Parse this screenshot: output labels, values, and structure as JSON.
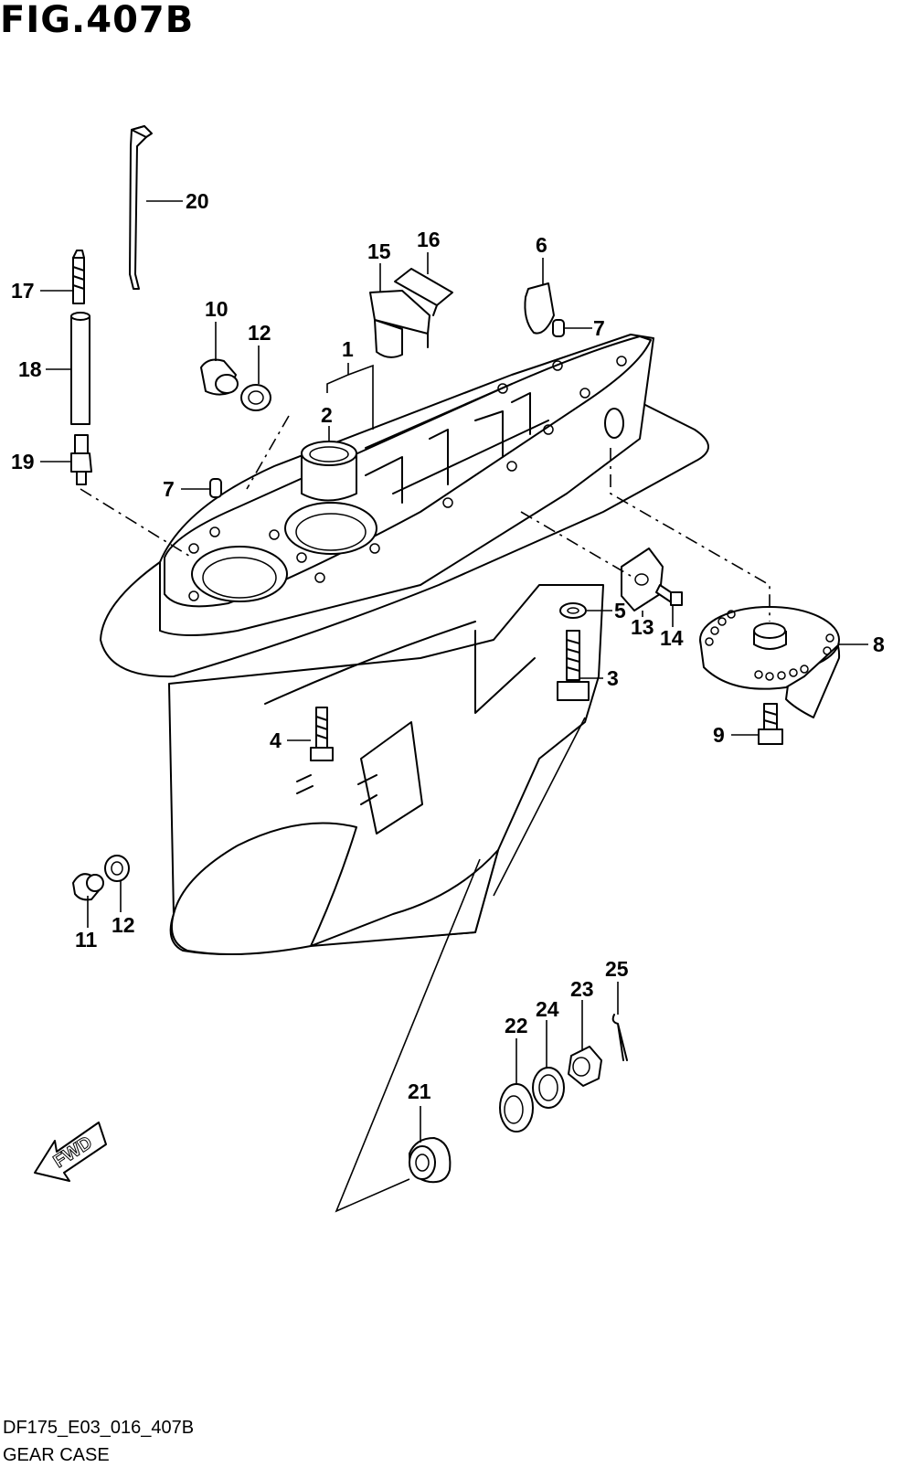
{
  "figure": {
    "title": "FIG.407B",
    "code": "DF175_E03_016_407B",
    "caption": "GEAR CASE",
    "direction_label": "FWD"
  },
  "callouts": [
    "1",
    "2",
    "3",
    "4",
    "5",
    "6",
    "7",
    "7",
    "8",
    "9",
    "10",
    "11",
    "12",
    "12",
    "13",
    "14",
    "15",
    "16",
    "17",
    "18",
    "19",
    "20",
    "21",
    "22",
    "23",
    "24",
    "25"
  ]
}
